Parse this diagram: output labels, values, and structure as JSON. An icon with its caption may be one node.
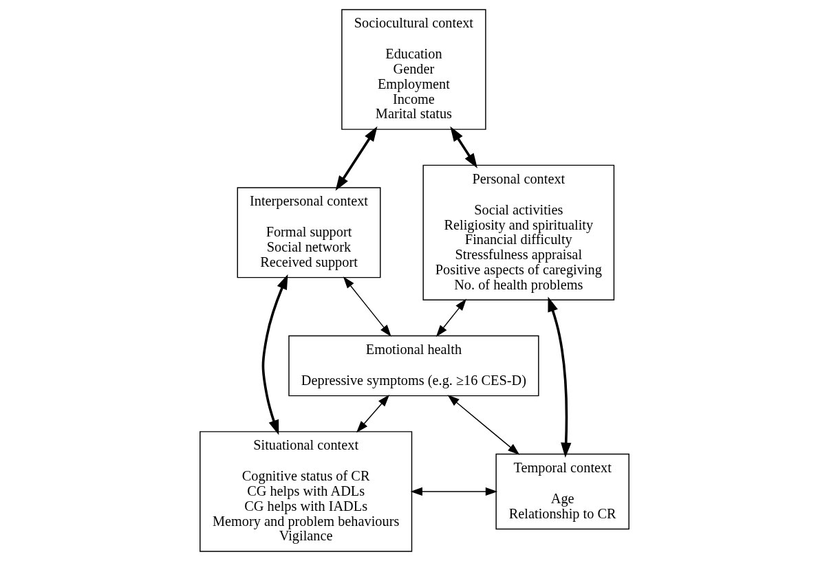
{
  "diagram": {
    "nodes": [
      {
        "text": [
          "Sociocultural context",
          "Education",
          "Gender",
          "Employment",
          "Income",
          "Marital status"
        ]
      },
      {
        "text": [
          "Interpersonal context",
          "Formal support",
          "Social network",
          "Received support"
        ]
      },
      {
        "text": [
          "Personal context",
          "Social activities",
          "Religiosity and spirituality",
          "Financial difficulty",
          "Stressfulness appraisal",
          "Positive aspects of caregiving",
          "No. of health problems"
        ]
      },
      {
        "text": [
          "Emotional health",
          "Depressive symptoms (e.g. ≥16 CES-D)"
        ]
      },
      {
        "text": [
          "Situational context",
          "Cognitive status of CR",
          "CG helps with ADLs",
          "CG helps with IADLs",
          "Memory and problem behaviours",
          "Vigilance"
        ]
      },
      {
        "text": [
          "Temporal context",
          "Age",
          "Relationship to CR"
        ]
      }
    ],
    "edges": [
      {
        "from": 0,
        "to": 1,
        "arrow": "both",
        "style": "thick"
      },
      {
        "from": 0,
        "to": 2,
        "arrow": "both",
        "style": "thick"
      },
      {
        "from": 1,
        "to": 3,
        "arrow": "both"
      },
      {
        "from": 2,
        "to": 3,
        "arrow": "both"
      },
      {
        "from": 1,
        "to": 4,
        "arrow": "both",
        "style": "thick"
      },
      {
        "from": 2,
        "to": 5,
        "arrow": "both",
        "style": "thick"
      },
      {
        "from": 3,
        "to": 4,
        "arrow": "both"
      },
      {
        "from": 3,
        "to": 5,
        "arrow": "both"
      },
      {
        "from": 4,
        "to": 5,
        "arrow": "both"
      }
    ]
  }
}
